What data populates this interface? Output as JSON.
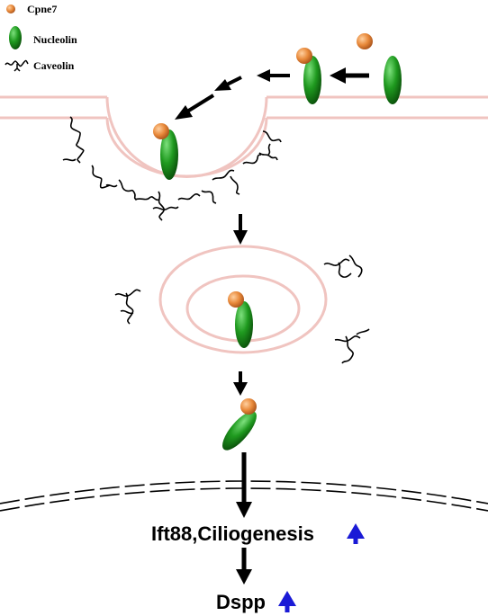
{
  "legend": {
    "cpne7_label": "Cpne7",
    "nucleolin_label": "Nucleolin",
    "caveolin_label": "Caveolin"
  },
  "outcomes": {
    "ciliogenesis_label": "Ift88,Ciliogenesis",
    "dspp_label": "Dspp"
  },
  "colors": {
    "cpne7": "#e8893a",
    "nucleolin": "#1f8a1f",
    "membrane": "#f0c4c0",
    "arrow": "#000000",
    "up_arrow": "#1a1ad6"
  }
}
